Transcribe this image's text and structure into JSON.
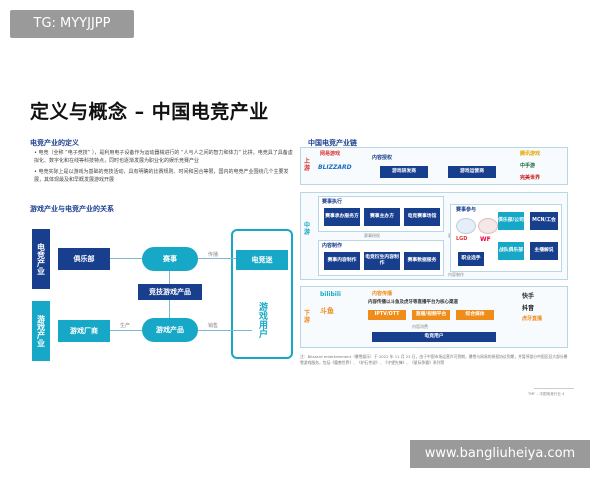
{
  "watermark_top": "TG: MYYJJPP",
  "watermark_bottom": "www.bangliuheiya.com",
  "title": "定义与概念 – 中国电竞产业",
  "left": {
    "def_heading": "电竞产业的定义",
    "bullets": [
      "• 电竞（全称 “电子竞技” ），是利用电子设备作为运动器械进行的 “人与人之间的智力和体力” 比拼。电竞具了具备虚拟化、数字化和在线等科技特点，同时也逐渐发展为职业化的娱乐竞赛产业",
      "• 电竞实际上是以游戏为基础的竞技活动，具有明确的比赛规则、时间和回合等限，国内的电竞产业围绕几个主要发展，其体现最及和早概发展游戏开展"
    ],
    "rel_heading": "游戏产业与电竞产业的关系",
    "diagram": {
      "side_top": "电竞产业",
      "side_bottom": "游戏产业",
      "club": "俱乐部",
      "match": "赛事",
      "fan": "电竞迷",
      "competitive": "竞技游戏产品",
      "publisher": "游戏厂商",
      "product": "游戏产品",
      "player": "游戏用户",
      "lbl_spread": "传播",
      "lbl_produce": "生产",
      "lbl_sell": "销售"
    }
  },
  "right": {
    "chain_heading": "中国电竞产业链",
    "stages": {
      "up": "上游",
      "mid": "中游",
      "down": "下游"
    },
    "up": {
      "logos": [
        "网易游戏",
        "BLIZZARD",
        "腾讯游戏",
        "中手游",
        "完美世界"
      ],
      "content_label": "内容授权",
      "dev": "游戏研发商",
      "ops": "游戏运营商"
    },
    "mid": {
      "match_exec": "赛事执行",
      "boxes_a": [
        "赛事承办服务方",
        "赛事主办方",
        "电竞赛事场馆"
      ],
      "content_prod": "内容制作",
      "boxes_b": [
        "赛事内容制作",
        "电竞衍生内容制作",
        "赛事数据服务"
      ],
      "participate": "赛事参与",
      "players": "职业选手",
      "club": "俱乐部/公司",
      "league": "战队俱乐部",
      "mcn": "MCN/工会",
      "anchor": "主播解说",
      "arrow_a": "赛事授权",
      "arrow_b": "赛事版权",
      "arrow_c": "内容制作"
    },
    "down": {
      "head_label": "内容传播",
      "pipe": "内容传播以斗鱼及虎牙等直播平台为核心渠道",
      "boxes": [
        "IPTV/OTT",
        "直播/视频平台",
        "综合媒体"
      ],
      "left_logos": [
        "bilibili",
        "斗鱼"
      ],
      "right_logos": [
        "快手",
        "抖音",
        "虎牙直播"
      ],
      "consumer": "内容消费",
      "user": "电竞用户"
    },
    "footnote": "注：Blizzard entertainment（暴雪娱乐）于 2022 年 11 月 23 日，由于中国市场运营许可到期，暴雪与网易的授权协议到期，并暂停部分中国区旧大部分暴雪游戏服务，包括《魔兽世界》、《炉石传说》、《守望先锋》、《星际争霸》系列等",
    "page_meta": "TMF – 中国电竞行业",
    "page_num": "4"
  }
}
